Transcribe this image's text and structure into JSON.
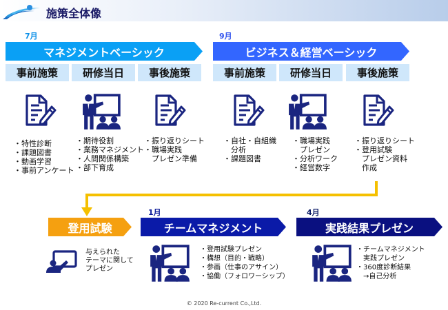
{
  "header": {
    "title": "施策全体像"
  },
  "colors": {
    "cyan": "#0aa0f5",
    "royal": "#3366ff",
    "navy": "#0a1a99",
    "orange": "#f5a010",
    "gold": "#f5c000",
    "tab": "#cfe7fb",
    "icon": "#1a2580"
  },
  "programs": [
    {
      "month": "7月",
      "title": "マネジメントベーシック",
      "tabs": [
        "事前施策",
        "研修当日",
        "事後施策"
      ],
      "columns": [
        {
          "icon": "document-pen",
          "items": [
            "・特性診断",
            "・課題図書",
            "・動画学習",
            "・事前アンケート"
          ]
        },
        {
          "icon": "presenter",
          "items": [
            "・期待役割",
            "・業務マネジメント",
            "・人間関係構築",
            "・部下育成"
          ]
        },
        {
          "icon": "document-pen",
          "items": [
            "・振り返りシート",
            "・職場実践",
            "　プレゼン準備"
          ]
        }
      ]
    },
    {
      "month": "9月",
      "title": "ビジネス＆経営ベーシック",
      "tabs": [
        "事前施策",
        "研修当日",
        "事後施策"
      ],
      "columns": [
        {
          "icon": "document-pen",
          "items": [
            "・自社・自組織",
            "　分析",
            "・課題図書"
          ]
        },
        {
          "icon": "presenter",
          "items": [
            "・職場実践",
            "　プレゼン",
            "・分析ワーク",
            "・経営数字"
          ]
        },
        {
          "icon": "document-pen",
          "items": [
            "・振り返りシート",
            "・登用試験",
            "　プレゼン資料",
            "　作成"
          ]
        }
      ]
    }
  ],
  "stages": [
    {
      "month": "",
      "title": "登用試験",
      "icon": "presentation-board",
      "items": [
        "与えられた",
        "テーマに関して",
        "プレゼン"
      ]
    },
    {
      "month": "1月",
      "title": "チームマネジメント",
      "icon": "presenter",
      "items": [
        "・登用試験プレゼン",
        "・構想（目的・戦略）",
        "・参画（仕事のアサイン）",
        "・協働（フォロワーシップ）"
      ]
    },
    {
      "month": "4月",
      "title": "実践結果プレゼン",
      "icon": "presenter",
      "items": [
        "・チームマネジメント",
        "　実践プレゼン",
        "・360度診断結果",
        "　→自己分析"
      ]
    }
  ],
  "footer": {
    "copyright": "© 2020 Re-current Co.,Ltd."
  }
}
